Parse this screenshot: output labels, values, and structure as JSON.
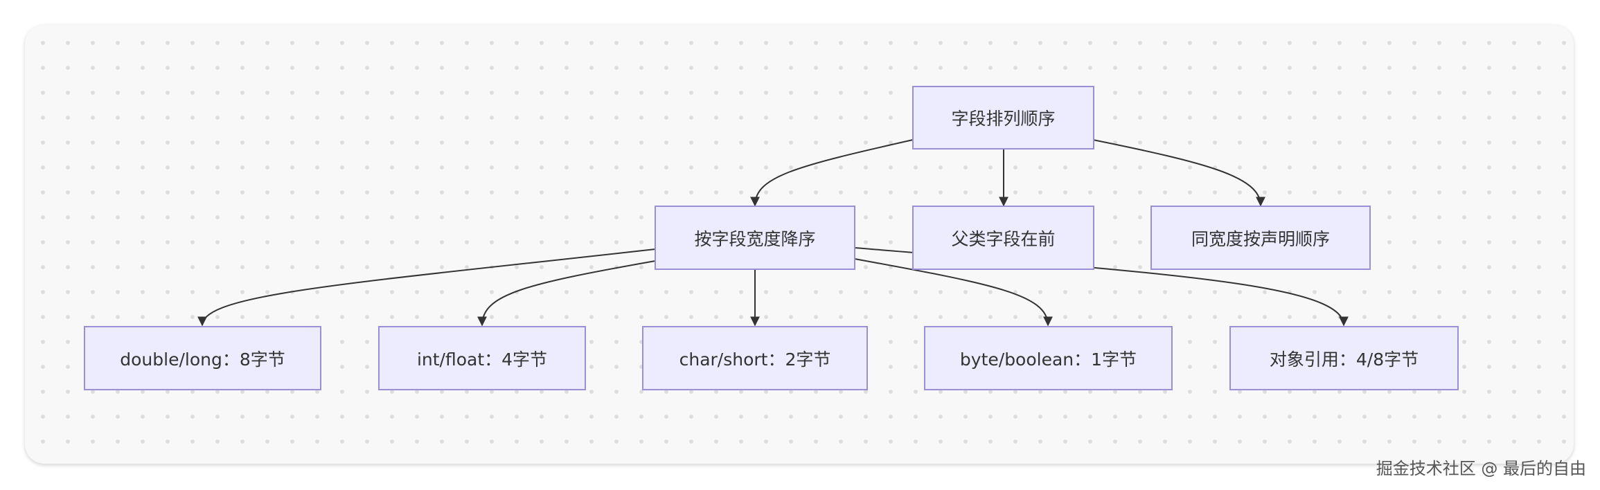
{
  "diagram": {
    "root": {
      "label": "字段排列顺序"
    },
    "level1": [
      {
        "label": "按字段宽度降序"
      },
      {
        "label": "父类字段在前"
      },
      {
        "label": "同宽度按声明顺序"
      }
    ],
    "level2": [
      {
        "label": "double/long：8字节"
      },
      {
        "label": "int/float：4字节"
      },
      {
        "label": "char/short：2字节"
      },
      {
        "label": "byte/boolean：1字节"
      },
      {
        "label": "对象引用：4/8字节"
      }
    ]
  },
  "watermark": "掘金技术社区 @ 最后的自由"
}
